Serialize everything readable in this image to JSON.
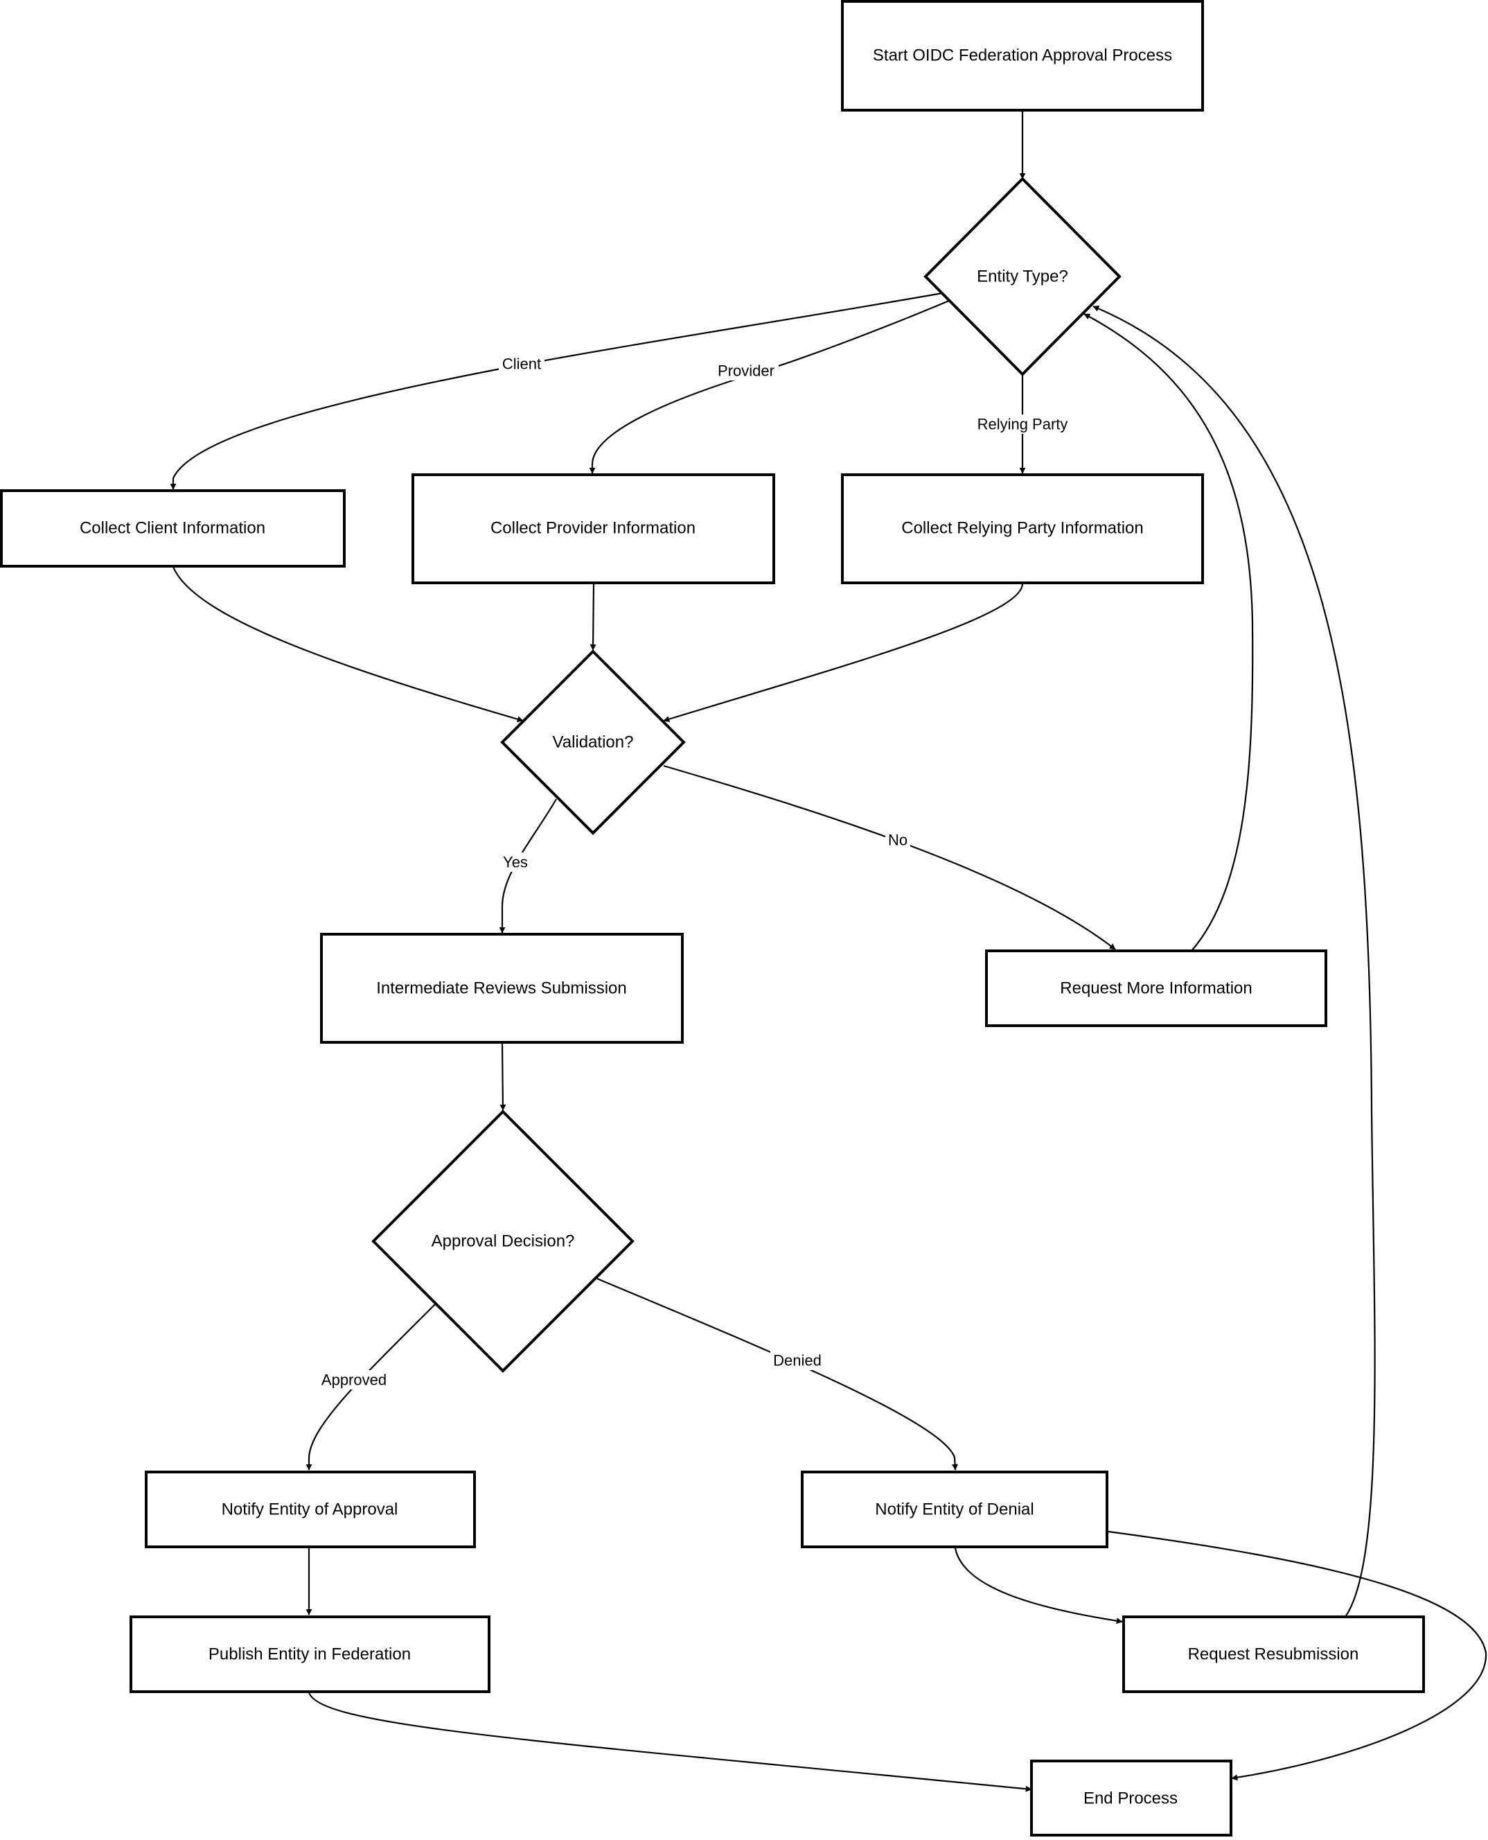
{
  "diagram": {
    "nodes": [
      {
        "id": "start",
        "shape": "rect",
        "label": "Start OIDC Federation Approval Process"
      },
      {
        "id": "entity_type",
        "shape": "diamond",
        "label": "Entity Type?"
      },
      {
        "id": "collect_client",
        "shape": "rect",
        "label": "Collect Client Information"
      },
      {
        "id": "collect_provider",
        "shape": "rect",
        "label": "Collect Provider Information"
      },
      {
        "id": "collect_rp",
        "shape": "rect",
        "label": "Collect Relying Party Information"
      },
      {
        "id": "validation",
        "shape": "diamond",
        "label": "Validation?"
      },
      {
        "id": "intermediate",
        "shape": "rect",
        "label": "Intermediate Reviews Submission"
      },
      {
        "id": "request_more",
        "shape": "rect",
        "label": "Request More Information"
      },
      {
        "id": "approval",
        "shape": "diamond",
        "label": "Approval Decision?"
      },
      {
        "id": "notify_approval",
        "shape": "rect",
        "label": "Notify Entity of Approval"
      },
      {
        "id": "notify_denial",
        "shape": "rect",
        "label": "Notify Entity of Denial"
      },
      {
        "id": "publish",
        "shape": "rect",
        "label": "Publish Entity in Federation"
      },
      {
        "id": "resubmit",
        "shape": "rect",
        "label": "Request Resubmission"
      },
      {
        "id": "end",
        "shape": "rect",
        "label": "End Process"
      }
    ],
    "edges": [
      {
        "from": "start",
        "to": "entity_type",
        "label": ""
      },
      {
        "from": "entity_type",
        "to": "collect_client",
        "label": "Client"
      },
      {
        "from": "entity_type",
        "to": "collect_provider",
        "label": "Provider"
      },
      {
        "from": "entity_type",
        "to": "collect_rp",
        "label": "Relying Party"
      },
      {
        "from": "collect_client",
        "to": "validation",
        "label": ""
      },
      {
        "from": "collect_provider",
        "to": "validation",
        "label": ""
      },
      {
        "from": "collect_rp",
        "to": "validation",
        "label": ""
      },
      {
        "from": "validation",
        "to": "intermediate",
        "label": "Yes"
      },
      {
        "from": "validation",
        "to": "request_more",
        "label": "No"
      },
      {
        "from": "request_more",
        "to": "entity_type",
        "label": ""
      },
      {
        "from": "intermediate",
        "to": "approval",
        "label": ""
      },
      {
        "from": "approval",
        "to": "notify_approval",
        "label": "Approved"
      },
      {
        "from": "approval",
        "to": "notify_denial",
        "label": "Denied"
      },
      {
        "from": "notify_approval",
        "to": "publish",
        "label": ""
      },
      {
        "from": "notify_denial",
        "to": "resubmit",
        "label": ""
      },
      {
        "from": "notify_denial",
        "to": "end",
        "label": ""
      },
      {
        "from": "resubmit",
        "to": "entity_type",
        "label": ""
      },
      {
        "from": "publish",
        "to": "end",
        "label": ""
      }
    ]
  }
}
